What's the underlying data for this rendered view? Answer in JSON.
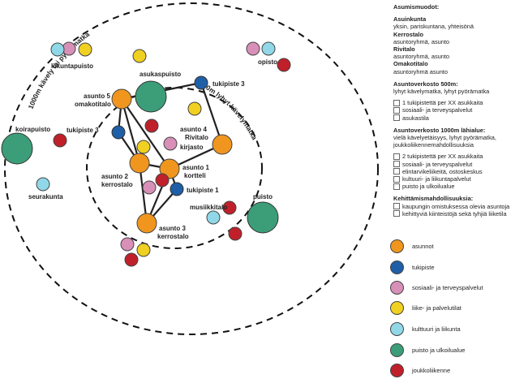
{
  "colors": {
    "asunnot": "#f0961e",
    "tukipiste": "#1f5fa8",
    "sosiaali": "#d890b8",
    "liike": "#f0d020",
    "kulttuuri": "#90d8e8",
    "puisto": "#3c9e78",
    "joukkoliikenne": "#c0202a"
  },
  "labels": {
    "liikuntapuisto": "liikuntapuisto",
    "asukaspuisto": "asukaspuisto",
    "opisto": "opisto",
    "tukipiste3a": "tukipiste 3",
    "asunto5a": "asunto 5",
    "asunto5b": "omakotitalo",
    "koirapuisto": "koirapuisto",
    "tukipiste3b": "tukipiste 3",
    "asunto4a": "asunto 4",
    "asunto4b": "Rivitalo",
    "kirjasto": "kirjasto",
    "asunto1a": "asunto 1",
    "asunto1b": "kortteli",
    "asunto2a": "asunto 2",
    "asunto2b": "kerrostalo",
    "tukipiste1": "tukipiste 1",
    "seurakunta": "seurakunta",
    "musiikkitalo": "musiikkitalo",
    "puisto": "puisto",
    "asunto3a": "asunto 3",
    "asunto3b": "kerrostalo",
    "outer_arc": "1000m kävely tai pyörämatka",
    "inner_arc": "500m lyhyt kävelymatka"
  },
  "panel": {
    "title": "Asumismuodot:",
    "types": [
      {
        "h": "Asuinkunta",
        "t": "yksin, pariskuntana, yhteisönä"
      },
      {
        "h": "Kerrostalo",
        "t": "asuntoryhmä, asunto"
      },
      {
        "h": "Rivitalo",
        "t": "asuntoryhmä, asunto"
      },
      {
        "h": "Omakotitalo",
        "t": "asuntoryhmä asunto"
      }
    ],
    "net500": {
      "h": "Asuntoverkosto 500m:",
      "t": "lyhyt kävelymatka, lyhyt pyörämatka",
      "items": [
        "1 tukipistettä per XX asukkaita",
        "sosiaali- ja terveyspalvelut",
        "asukastila"
      ]
    },
    "net1000": {
      "h": "Asuntoverkosto 1000m lähialue:",
      "t1": "vielä kävelyetäisyys, lyhyt pyörämatka,",
      "t2": "joukkoliikennemahdollisuuksia",
      "items": [
        "2 tukipistettä per XX asukkaita",
        "sosiaali- ja terveyspalvelut",
        "elintarvikeliikeitä, ostoskeskus",
        "kultuuri- ja liikuntapalvelut",
        "puisto ja ulkoilualue"
      ]
    },
    "dev": {
      "h": "Kehittämismahdollisuuksia:",
      "items": [
        "kaupungin omistuksessa olevia asuntoja",
        "kehittyviä kiinteistöjä sekä tyhjiä liiketila"
      ]
    }
  },
  "legend": [
    {
      "label": "asunnot",
      "color": "#f0961e"
    },
    {
      "label": "tukipiste",
      "color": "#1f5fa8"
    },
    {
      "label": "sosiaali- ja terveyspalvelut",
      "color": "#d890b8"
    },
    {
      "label": "liike- ja palvelutilat",
      "color": "#f0d020"
    },
    {
      "label": "kulttuuri ja liikunta",
      "color": "#90d8e8"
    },
    {
      "label": "puisto ja ulkoilualue",
      "color": "#3c9e78"
    },
    {
      "label": "joukkoliikenne",
      "color": "#c0202a"
    }
  ]
}
